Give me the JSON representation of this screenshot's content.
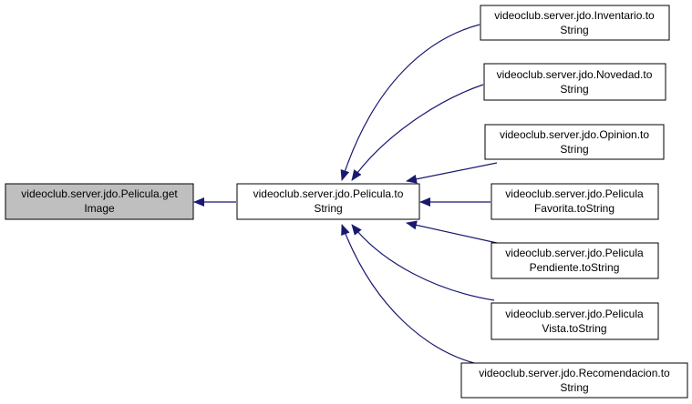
{
  "graph": {
    "edge_color": "#191970",
    "focus_fill": "#bfbfbf",
    "node_fill": "#ffffff",
    "nodes": {
      "getImage": {
        "line1": "videoclub.server.jdo.Pelicula.get",
        "line2": "Image"
      },
      "peliculaToString": {
        "line1": "videoclub.server.jdo.Pelicula.to",
        "line2": "String"
      },
      "inventarioToString": {
        "line1": "videoclub.server.jdo.Inventario.to",
        "line2": "String"
      },
      "novedadToString": {
        "line1": "videoclub.server.jdo.Novedad.to",
        "line2": "String"
      },
      "opinionToString": {
        "line1": "videoclub.server.jdo.Opinion.to",
        "line2": "String"
      },
      "favoritaToString": {
        "line1": "videoclub.server.jdo.Pelicula",
        "line2": "Favorita.toString"
      },
      "pendienteToString": {
        "line1": "videoclub.server.jdo.Pelicula",
        "line2": "Pendiente.toString"
      },
      "vistaToString": {
        "line1": "videoclub.server.jdo.Pelicula",
        "line2": "Vista.toString"
      },
      "recomendacionToString": {
        "line1": "videoclub.server.jdo.Recomendacion.to",
        "line2": "String"
      }
    },
    "edges": [
      {
        "from": "peliculaToString",
        "to": "getImage"
      },
      {
        "from": "inventarioToString",
        "to": "peliculaToString"
      },
      {
        "from": "novedadToString",
        "to": "peliculaToString"
      },
      {
        "from": "opinionToString",
        "to": "peliculaToString"
      },
      {
        "from": "favoritaToString",
        "to": "peliculaToString"
      },
      {
        "from": "pendienteToString",
        "to": "peliculaToString"
      },
      {
        "from": "vistaToString",
        "to": "peliculaToString"
      },
      {
        "from": "recomendacionToString",
        "to": "peliculaToString"
      }
    ]
  }
}
